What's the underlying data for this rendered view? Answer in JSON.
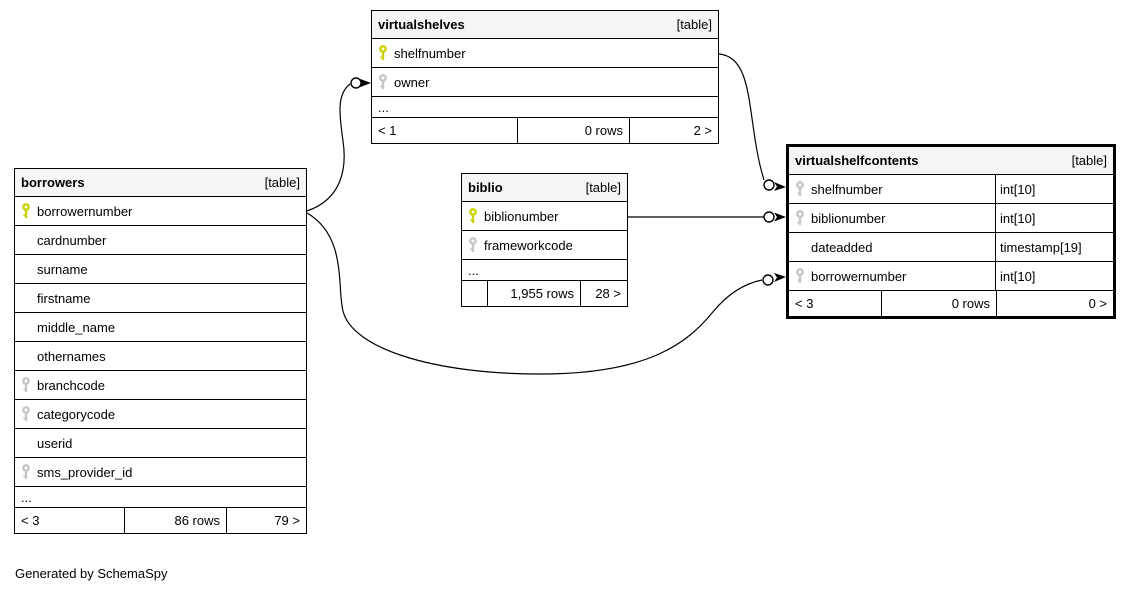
{
  "page": {
    "footer_note": "Generated by SchemaSpy"
  },
  "colors": {
    "background": "#ffffff",
    "table_header_bg": "#f5f5f5",
    "table_border": "#000000",
    "primary_key_icon": "#ccd203",
    "indexed_key_icon": "#c6c6c6",
    "relationship_line": "#000000"
  },
  "tables": [
    {
      "name": "virtualshelves",
      "type_label": "[table]",
      "columns": [
        {
          "name": "shelfnumber",
          "key": "primary"
        },
        {
          "name": "owner",
          "key": "indexed"
        }
      ],
      "ellipsis": "...",
      "footer": {
        "left": "< 1",
        "center": "0 rows",
        "right": "2 >"
      }
    },
    {
      "name": "borrowers",
      "type_label": "[table]",
      "columns": [
        {
          "name": "borrowernumber",
          "key": "primary"
        },
        {
          "name": "cardnumber",
          "key": "none"
        },
        {
          "name": "surname",
          "key": "none"
        },
        {
          "name": "firstname",
          "key": "none"
        },
        {
          "name": "middle_name",
          "key": "none"
        },
        {
          "name": "othernames",
          "key": "none"
        },
        {
          "name": "branchcode",
          "key": "indexed"
        },
        {
          "name": "categorycode",
          "key": "indexed"
        },
        {
          "name": "userid",
          "key": "none"
        },
        {
          "name": "sms_provider_id",
          "key": "indexed"
        }
      ],
      "ellipsis": "...",
      "footer": {
        "left": "< 3",
        "center": "86 rows",
        "right": "79 >"
      }
    },
    {
      "name": "biblio",
      "type_label": "[table]",
      "columns": [
        {
          "name": "biblionumber",
          "key": "primary"
        },
        {
          "name": "frameworkcode",
          "key": "indexed"
        }
      ],
      "ellipsis": "...",
      "footer": {
        "left": "",
        "center": "1,955 rows",
        "right": "28 >"
      }
    },
    {
      "name": "virtualshelfcontents",
      "type_label": "[table]",
      "columns": [
        {
          "name": "shelfnumber",
          "key": "indexed",
          "type": "int[10]"
        },
        {
          "name": "biblionumber",
          "key": "indexed",
          "type": "int[10]"
        },
        {
          "name": "dateadded",
          "key": "none",
          "type": "timestamp[19]"
        },
        {
          "name": "borrowernumber",
          "key": "indexed",
          "type": "int[10]"
        }
      ],
      "footer": {
        "left": "< 3",
        "center": "0 rows",
        "right": "0 >"
      }
    }
  ],
  "relationships": [
    {
      "from": "borrowers.borrowernumber",
      "to": "virtualshelves.owner"
    },
    {
      "from": "virtualshelves.shelfnumber",
      "to": "virtualshelfcontents.shelfnumber"
    },
    {
      "from": "biblio.biblionumber",
      "to": "virtualshelfcontents.biblionumber"
    },
    {
      "from": "borrowers.borrowernumber",
      "to": "virtualshelfcontents.borrowernumber"
    }
  ]
}
